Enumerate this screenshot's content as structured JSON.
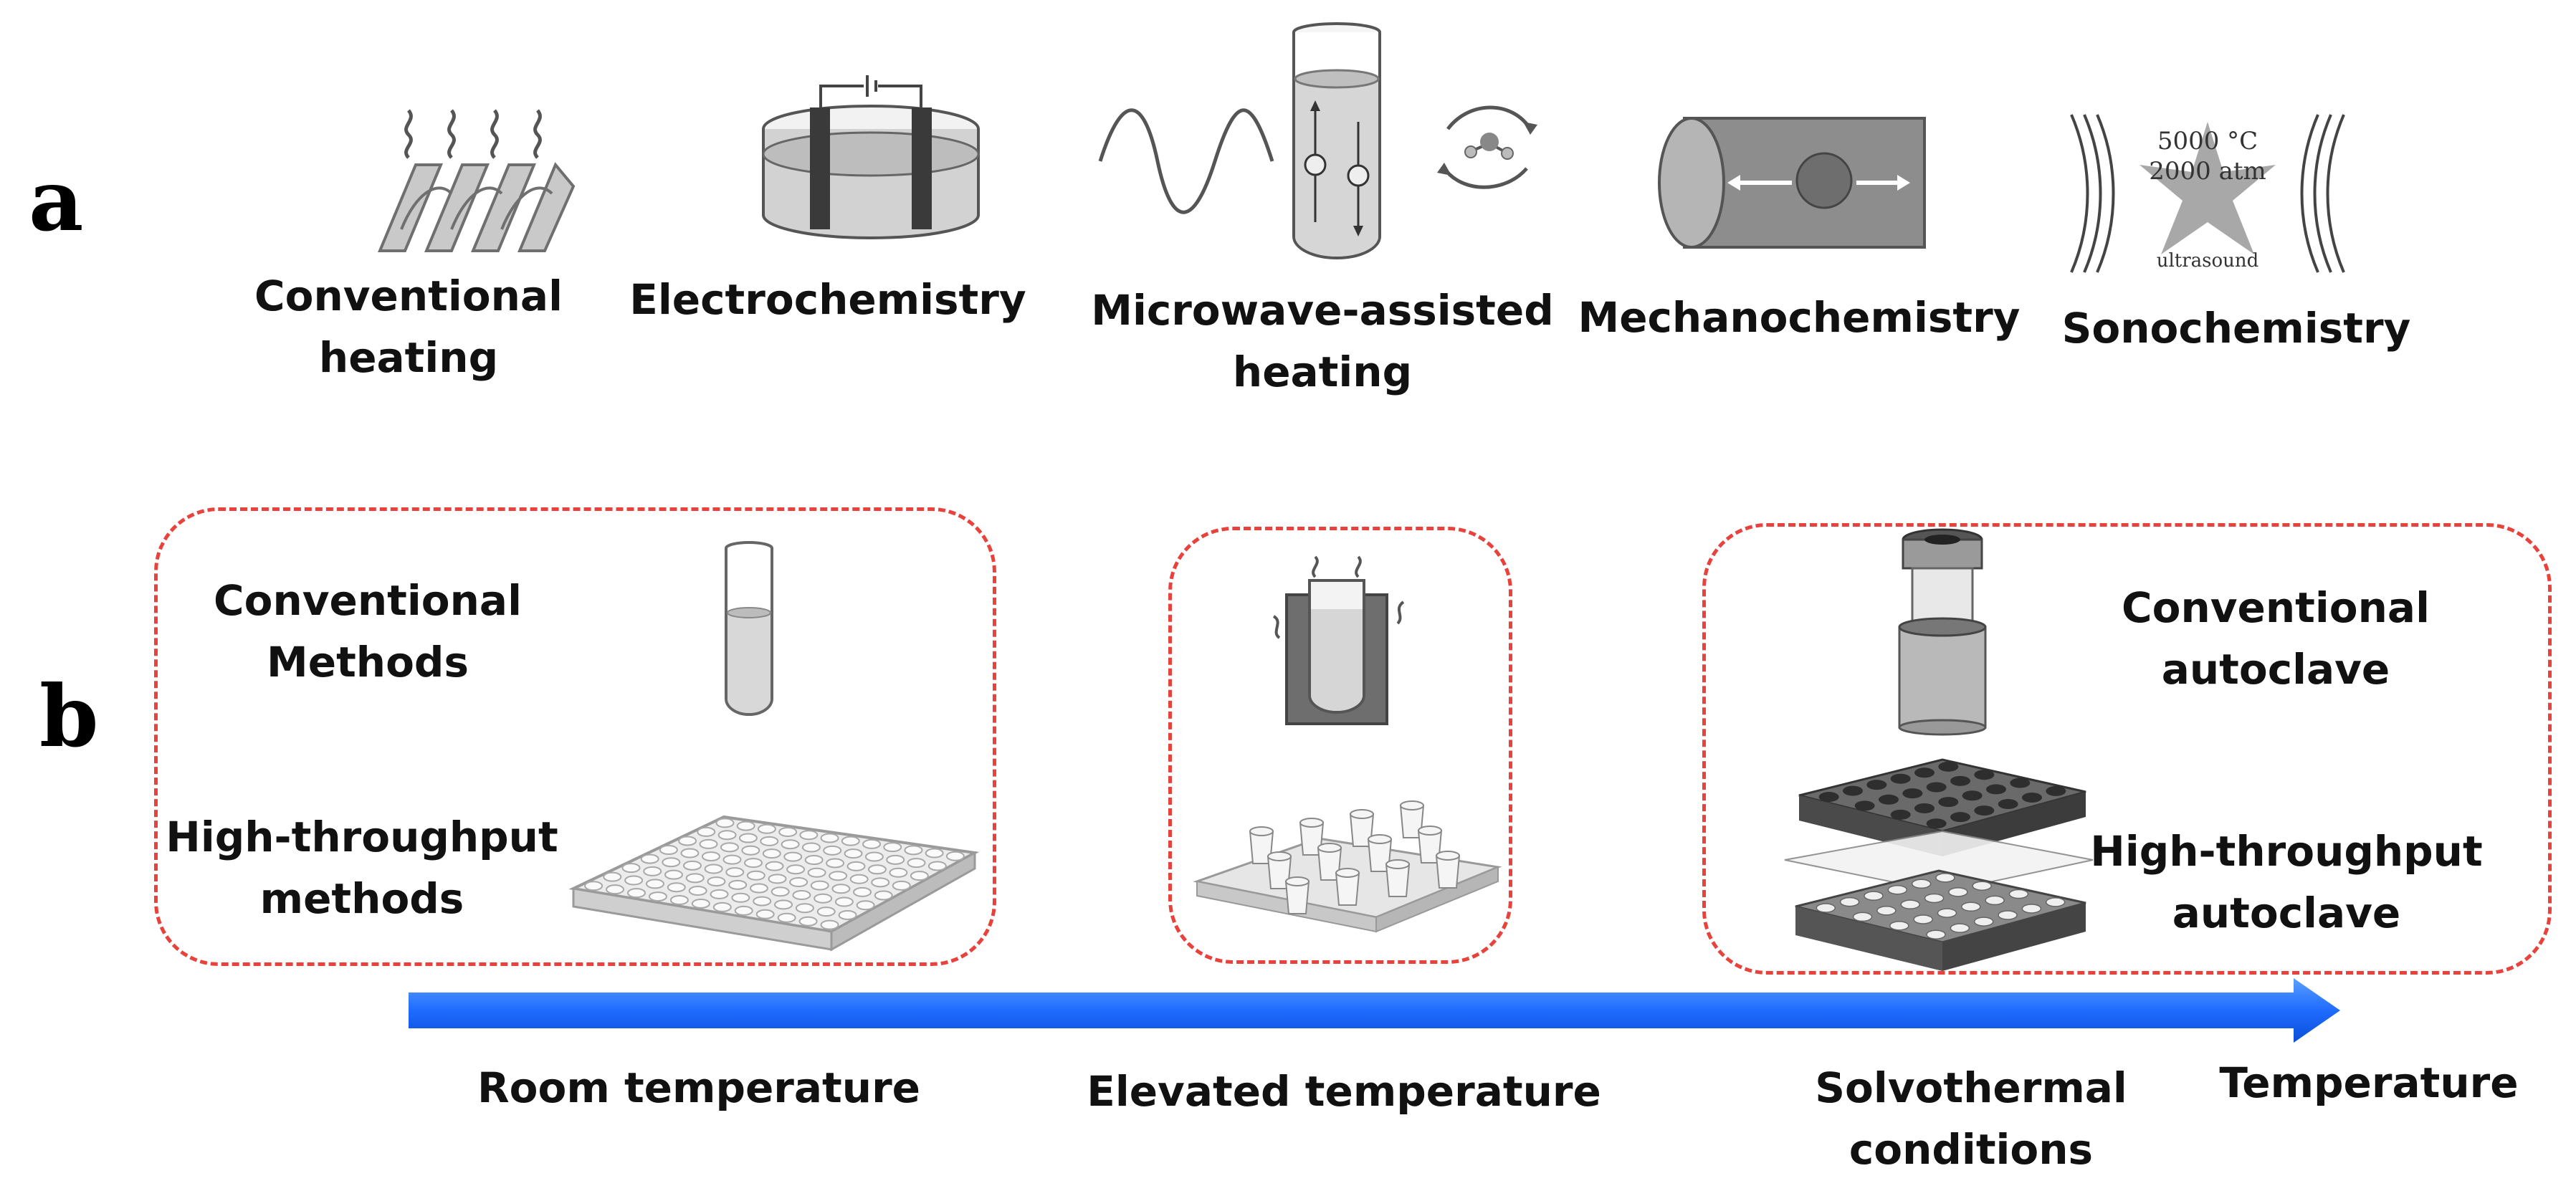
{
  "panel_a": {
    "letter": "a",
    "methods": [
      {
        "id": "conventional",
        "lines": [
          "Conventional",
          "heating"
        ]
      },
      {
        "id": "electrochemistry",
        "lines": [
          "Electrochemistry"
        ]
      },
      {
        "id": "microwave",
        "lines": [
          "Microwave-assisted",
          "heating"
        ]
      },
      {
        "id": "mechanochemistry",
        "lines": [
          "Mechanochemistry"
        ]
      },
      {
        "id": "sonochemistry",
        "lines": [
          "Sonochemistry"
        ]
      }
    ],
    "sono_text": {
      "temp": "5000 °C",
      "pressure": "2000 atm",
      "label": "ultrasound"
    }
  },
  "panel_b": {
    "letter": "b",
    "room": {
      "conventional": [
        "Conventional",
        "Methods"
      ],
      "high_throughput": [
        "High-throughput",
        "methods"
      ]
    },
    "solvothermal": {
      "conventional": [
        "Conventional",
        "autoclave"
      ],
      "high_throughput": [
        "High-throughput",
        "autoclave"
      ]
    },
    "axis": {
      "labels": [
        {
          "id": "room",
          "lines": [
            "Room temperature"
          ]
        },
        {
          "id": "elevated",
          "lines": [
            "Elevated temperature"
          ]
        },
        {
          "id": "solvo",
          "lines": [
            "Solvothermal",
            "conditions"
          ]
        }
      ],
      "end_label": "Temperature"
    }
  },
  "colors": {
    "dashed": "#e8423c",
    "arrow": "#1f6bff",
    "icon_gray": "#9a9a9a"
  }
}
